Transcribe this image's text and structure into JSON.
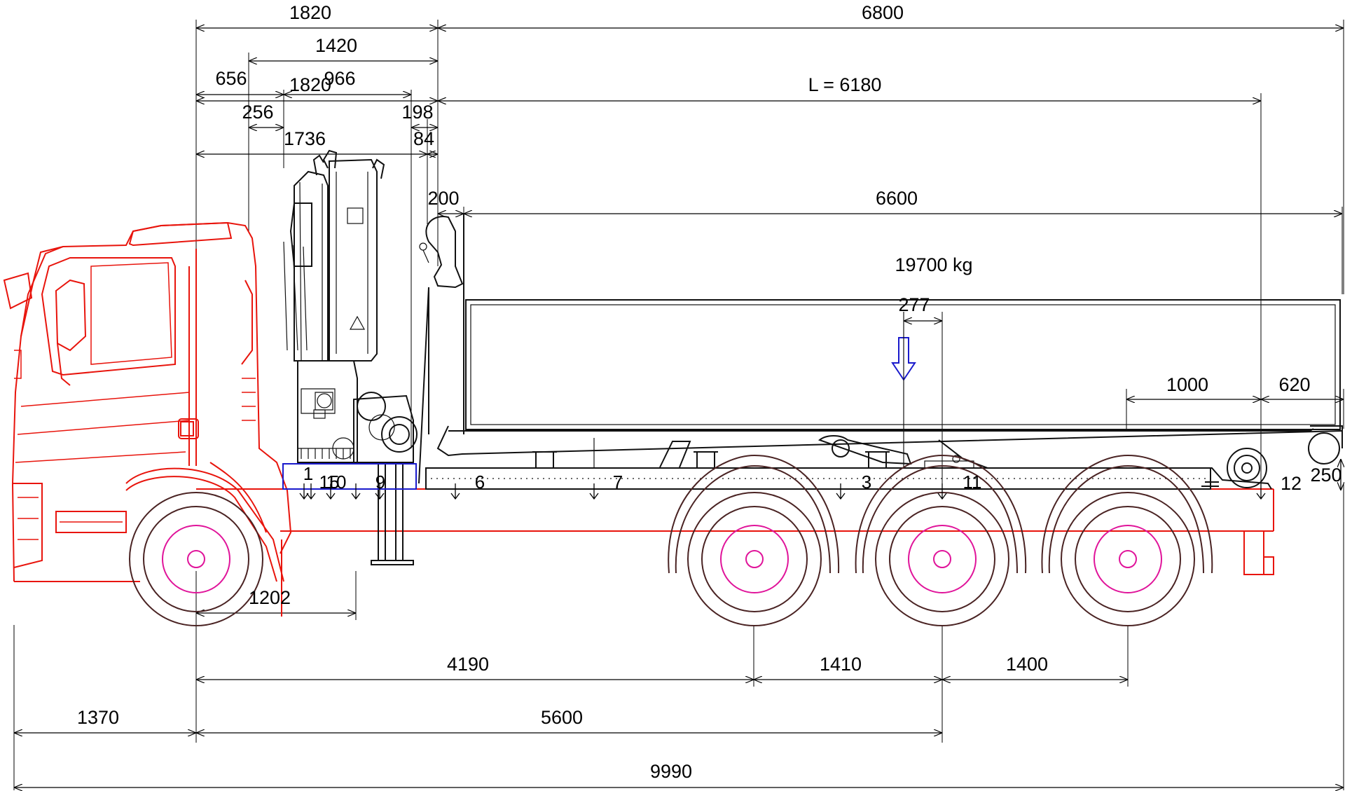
{
  "colors": {
    "cab": "#e8140c",
    "crane": "#111111",
    "wheel_hub": "#e0149a",
    "tyre": "#4a2323",
    "load_arrow": "#1a1acc",
    "dimension": "#000000"
  },
  "dimensions": {
    "d_1820_top": "1820",
    "d_6800": "6800",
    "d_1420": "1420",
    "d_656": "656",
    "d_1820_mid": "1820",
    "d_966": "966",
    "d_256": "256",
    "d_198": "198",
    "d_1736": "1736",
    "d_84": "84",
    "d_L6180": "L = 6180",
    "d_200": "200",
    "d_6600": "6600",
    "load_kg": "19700 kg",
    "d_277": "277",
    "d_1000": "1000",
    "d_620": "620",
    "d_12": "12",
    "d_250": "250",
    "d_1202": "1202",
    "d_4190": "4190",
    "d_1410": "1410",
    "d_1400": "1400",
    "d_1370": "1370",
    "d_5600": "5600",
    "d_9990": "9990"
  },
  "points": [
    "1",
    "15",
    "10",
    "9",
    "6",
    "7",
    "3",
    "11"
  ]
}
